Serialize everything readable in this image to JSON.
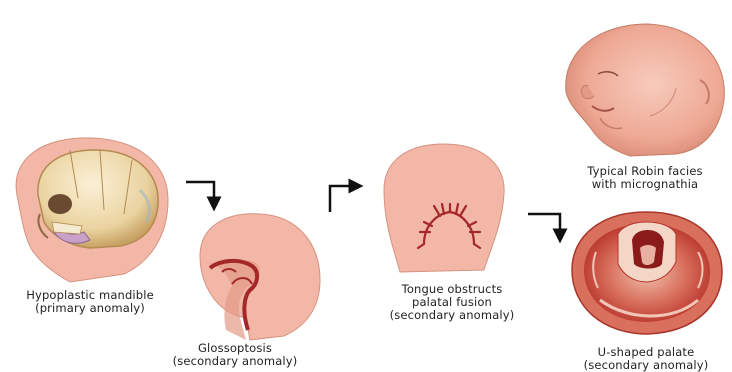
{
  "captions": {
    "hypoplastic_mandible": {
      "line1": "Hypoplastic mandible",
      "line2": "(primary anomaly)"
    },
    "glossoptosis": {
      "line1": "Glossoptosis",
      "line2": "(secondary anomaly)"
    },
    "tongue_obstructs": {
      "line1": "Tongue obstructs",
      "line2": "palatal fusion",
      "line3": "(secondary anomaly)"
    },
    "robin_facies": {
      "line1": "Typical Robin facies",
      "line2": "with micrognathia"
    },
    "u_shaped_palate": {
      "line1": "U-shaped palate",
      "line2": "(secondary anomaly)"
    }
  },
  "colors": {
    "skin": "#f2b7a6",
    "skin_shadow": "#e39a86",
    "bone": "#efe0b8",
    "bone_shadow": "#c9a86a",
    "cleft": "#a4282a",
    "tongue": "#c9a0c8",
    "mouth_red": "#c0392b",
    "arrow": "#111111"
  },
  "icons": {
    "step1": "skull-icon",
    "step2": "head-profile-icon",
    "step3": "head-back-icon",
    "step4": "infant-face-icon",
    "step5": "open-mouth-icon",
    "arrows": "curved-arrow-icon"
  }
}
